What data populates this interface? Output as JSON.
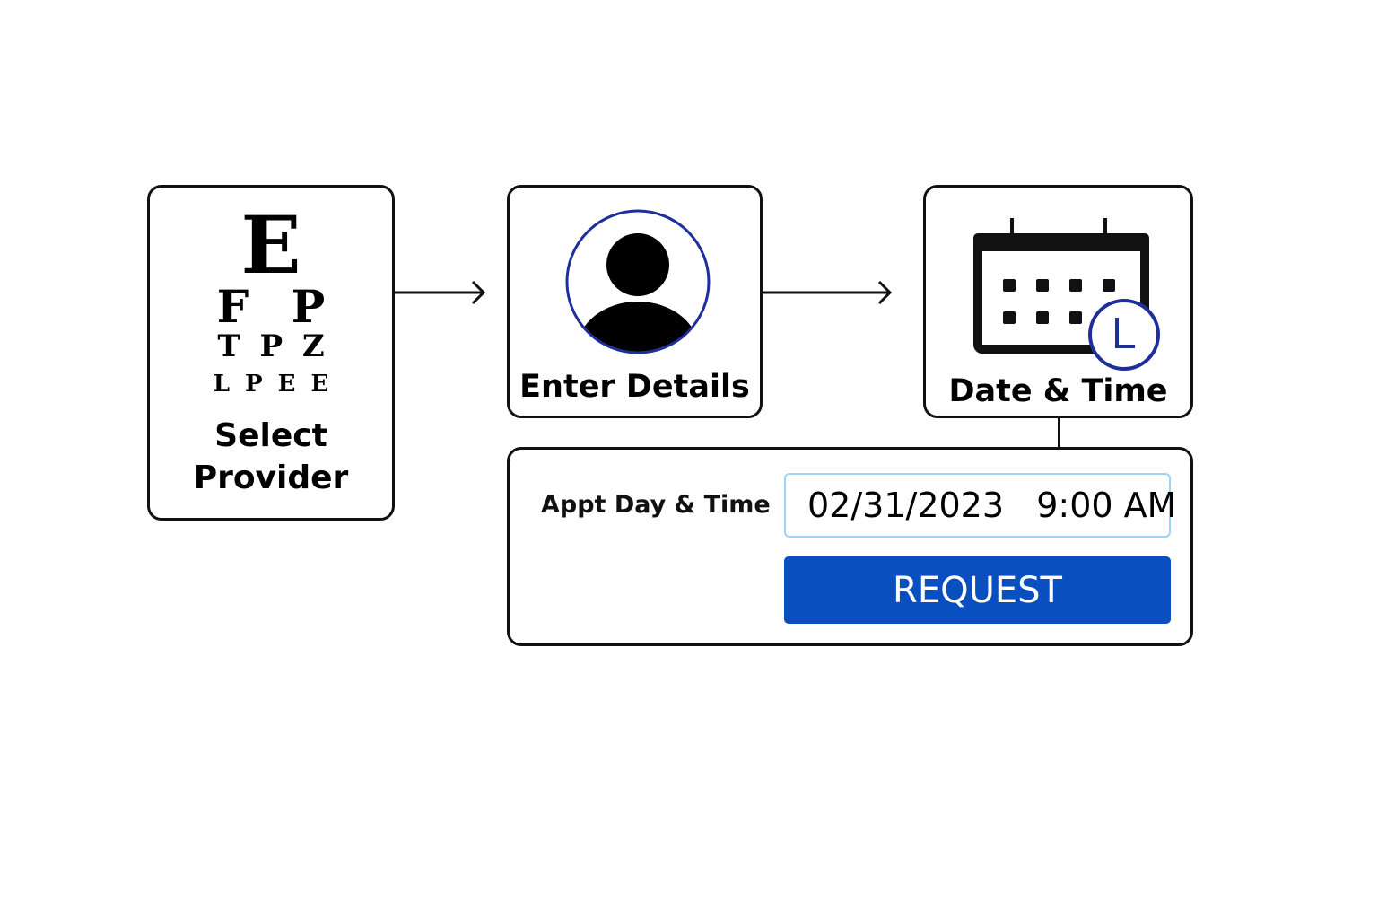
{
  "steps": {
    "provider": {
      "label_line1": "Select",
      "label_line2": "Provider",
      "icon": "eye-chart-icon",
      "eye_chart": {
        "line1": "E",
        "line2": "F P",
        "line3": "T P Z",
        "line4": "L P E E"
      }
    },
    "details": {
      "label": "Enter Details",
      "icon": "user-avatar-icon"
    },
    "datetime": {
      "label": "Date & Time",
      "icon": "calendar-clock-icon"
    }
  },
  "form": {
    "label": "Appt Day & Time",
    "datetime_value": "02/31/2023   9:00 AM",
    "request_label": "REQUEST"
  },
  "colors": {
    "accent_blue": "#0a4fbf",
    "avatar_ring": "#1f2f9a",
    "field_border": "#9fd4f2",
    "stroke": "#111111"
  }
}
